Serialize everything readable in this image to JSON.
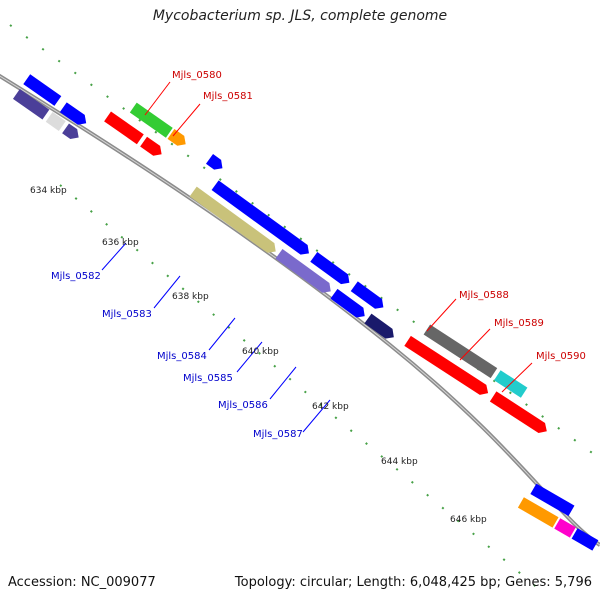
{
  "title": "Mycobacterium sp. JLS, complete genome",
  "accession": "Accession: NC_009077",
  "topology": "Topology: circular; Length: 6,048,425 bp; Genes: 5,796",
  "ticks": [
    "634 kbp",
    "636 kbp",
    "638 kbp",
    "640 kbp",
    "642 kbp",
    "644 kbp",
    "646 kbp"
  ],
  "genes_top": [
    "Mjls_0580",
    "Mjls_0581",
    "Mjls_0588",
    "Mjls_0589",
    "Mjls_0590"
  ],
  "genes_bottom": [
    "Mjls_0582",
    "Mjls_0583",
    "Mjls_0584",
    "Mjls_0585",
    "Mjls_0586",
    "Mjls_0587"
  ],
  "colors": {
    "backbone": "#8c8c8c",
    "red": "#ff0000",
    "blue": "#0000ff",
    "green": "#33cc33",
    "orange": "#ff9900",
    "gray": "#666666",
    "cyan": "#22cccc",
    "khaki": "#c9c27a",
    "purple": "#7a6acc",
    "dark": "#1a1a6b"
  }
}
